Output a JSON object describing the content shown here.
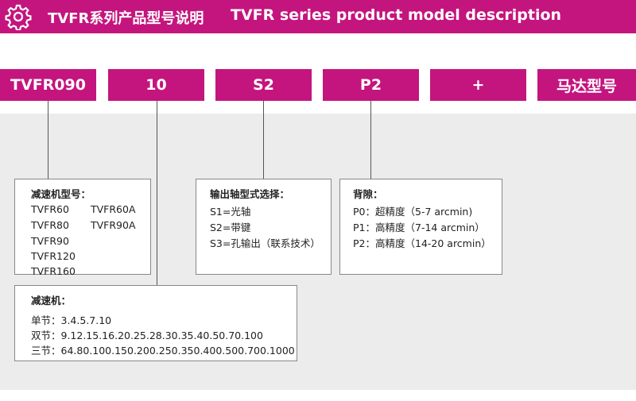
{
  "header": {
    "title_cn": "TVFR系列产品型号说明",
    "title_en": "TVFR series product model description",
    "icon": "gear-icon"
  },
  "codes": [
    "TVFR090",
    "10",
    "S2",
    "P2",
    "+",
    "马达型号"
  ],
  "reducer_model": {
    "title": "减速机型号：",
    "col1": [
      "TVFR60",
      "TVFR80",
      "TVFR90",
      "TVFR120",
      "TVFR160"
    ],
    "col2": [
      "TVFR60A",
      "TVFR90A"
    ]
  },
  "shaft": {
    "title": "输出轴型式选择：",
    "items": [
      "S1=光轴",
      "S2=带键",
      "S3=孔输出（联系技术）"
    ]
  },
  "backlash": {
    "title": "背隙：",
    "items": [
      "P0：超精度（5-7 arcmin)",
      "P1：高精度（7-14 arcmin）",
      "P2：高精度（14-20 arcmin）"
    ]
  },
  "ratio": {
    "title": "减速机：",
    "items": [
      "单节：3.4.5.7.10",
      "双节：9.12.15.16.20.25.28.30.35.40.50.70.100",
      "三节：64.80.100.150.200.250.350.400.500.700.1000"
    ]
  },
  "colors": {
    "accent": "#c4157e",
    "panel": "#ececec"
  }
}
